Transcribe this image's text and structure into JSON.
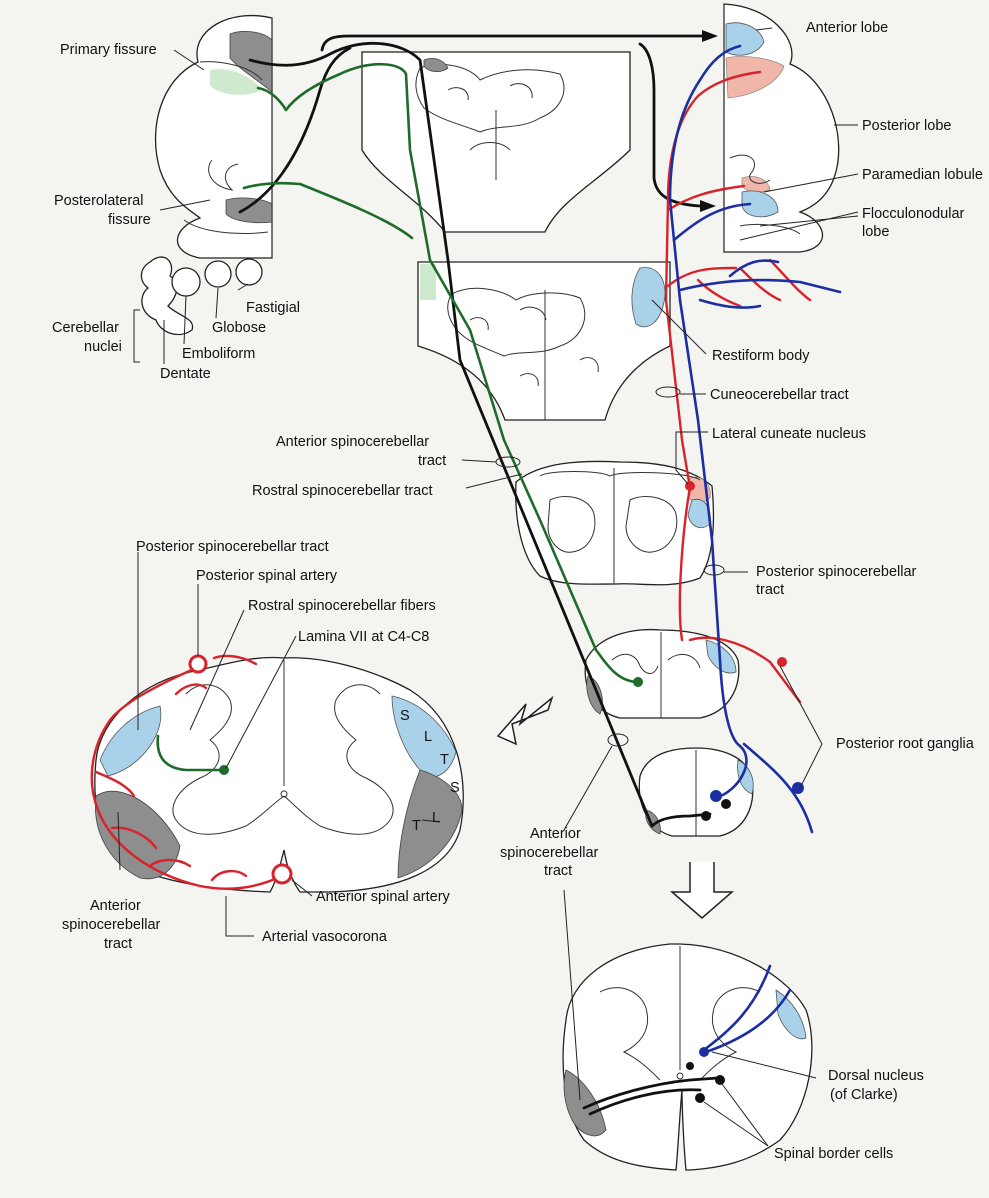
{
  "labels": {
    "primary_fissure": "Primary fissure",
    "posterolateral_fissure_1": "Posterolateral",
    "posterolateral_fissure_2": "fissure",
    "anterior_lobe": "Anterior lobe",
    "posterior_lobe": "Posterior lobe",
    "paramedian_lobule": "Paramedian lobule",
    "flocculonodular_lobe_1": "Flocculonodular",
    "flocculonodular_lobe_2": "lobe",
    "fastigial": "Fastigial",
    "globose": "Globose",
    "emboliform": "Emboliform",
    "dentate": "Dentate",
    "cerebellar_nuclei_1": "Cerebellar",
    "cerebellar_nuclei_2": "nuclei",
    "restiform_body": "Restiform body",
    "cuneocerebellar_tract": "Cuneocerebellar tract",
    "lateral_cuneate_nucleus": "Lateral cuneate nucleus",
    "anterior_spinocerebellar_tract_top_1": "Anterior spinocerebellar",
    "anterior_spinocerebellar_tract_top_2": "tract",
    "rostral_spinocerebellar_tract": "Rostral spinocerebellar tract",
    "posterior_spinocerebellar_tract_right_1": "Posterior spinocerebellar",
    "posterior_spinocerebellar_tract_right_2": "tract",
    "posterior_spinocerebellar_tract_left": "Posterior spinocerebellar tract",
    "posterior_spinal_artery": "Posterior spinal artery",
    "rostral_spinocerebellar_fibers": "Rostral spinocerebellar fibers",
    "lamina_vii": "Lamina VII at C4-C8",
    "posterior_root_ganglia": "Posterior root ganglia",
    "anterior_spinocerebellar_tract_mid_1": "Anterior",
    "anterior_spinocerebellar_tract_mid_2": "spinocerebellar",
    "anterior_spinocerebellar_tract_mid_3": "tract",
    "anterior_spinocerebellar_tract_left_1": "Anterior",
    "anterior_spinocerebellar_tract_left_2": "spinocerebellar",
    "anterior_spinocerebellar_tract_left_3": "tract",
    "anterior_spinal_artery": "Anterior spinal artery",
    "arterial_vasocorona": "Arterial vasocorona",
    "dorsal_nucleus_1": "Dorsal nucleus",
    "dorsal_nucleus_2": "(of Clarke)",
    "spinal_border_cells": "Spinal border cells"
  },
  "lamination_letters": {
    "upper": [
      "S",
      "L",
      "T"
    ],
    "lower": [
      "S",
      "L",
      "T"
    ]
  },
  "colors": {
    "rostral_tract_green": "#1f6b2a",
    "cuneocerebellar_red": "#d9232a",
    "posterior_tract_blue": "#1b2fa3",
    "anterior_tract_black": "#111111",
    "tract_area_blue": "#a9d2ea",
    "tract_area_grey": "#8e8e8e",
    "tract_area_pink": "#efb6a9"
  }
}
